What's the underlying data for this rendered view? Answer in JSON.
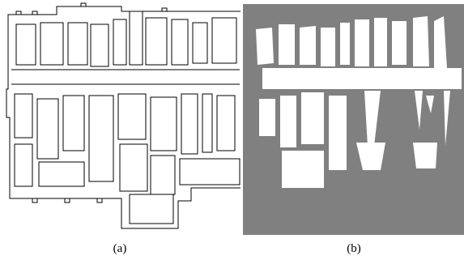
{
  "figure": {
    "panels": [
      {
        "id": "a",
        "caption": "(a)",
        "description_kind": "floor-plan-outline"
      },
      {
        "id": "b",
        "caption": "(b)",
        "description_kind": "free-space-map"
      }
    ]
  },
  "colors": {
    "background": "#ffffff",
    "outline": "#000000",
    "occupied": "#808080",
    "free": "#ffffff"
  }
}
